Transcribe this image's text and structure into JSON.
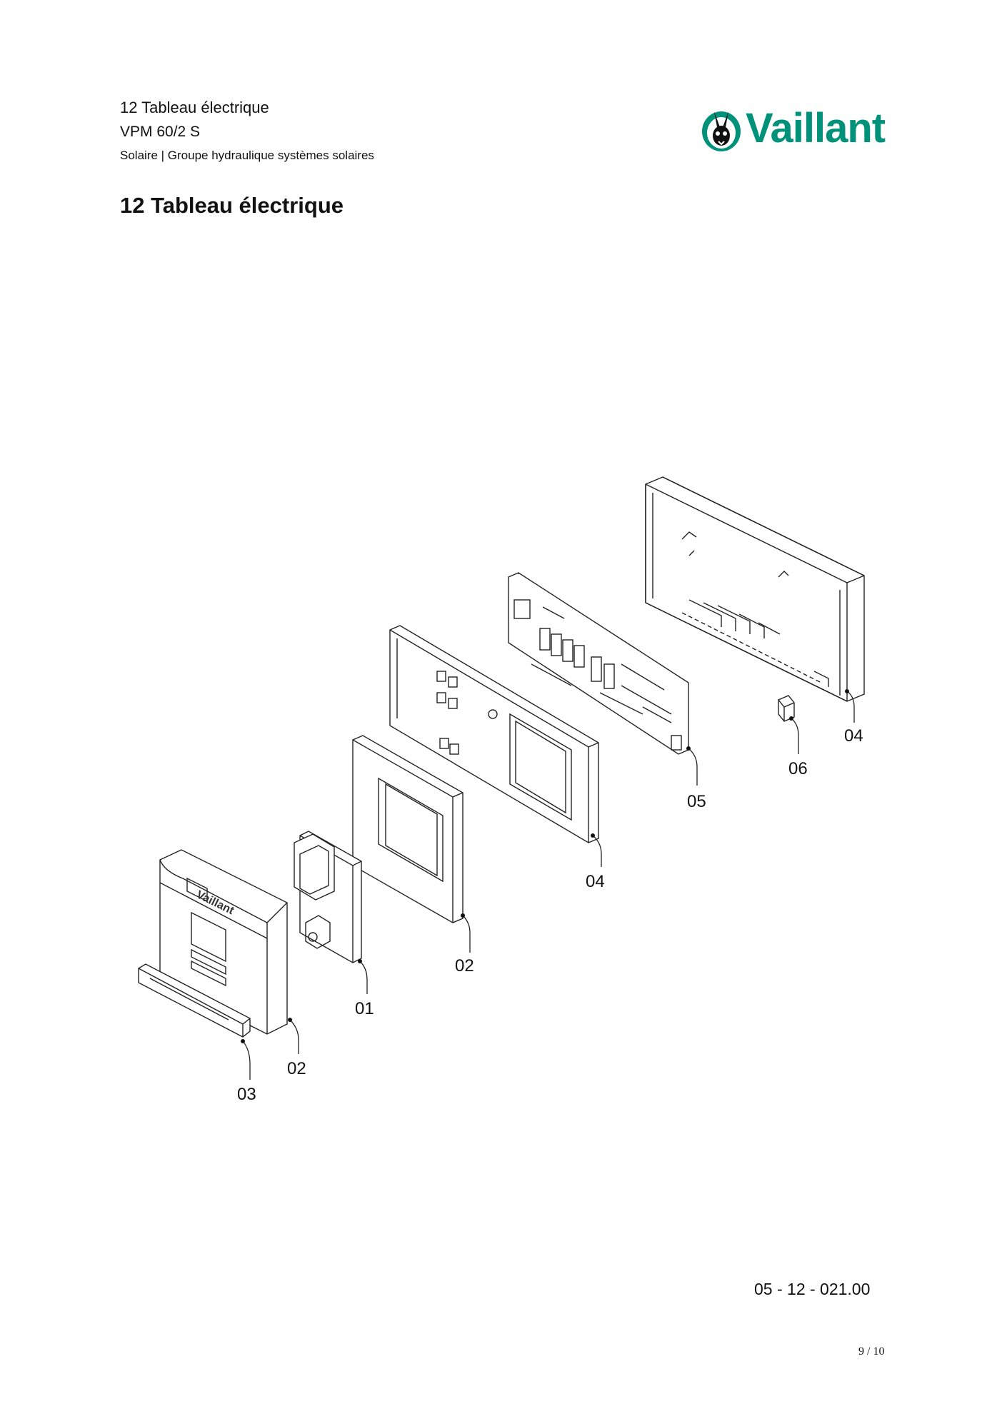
{
  "header": {
    "title": "12 Tableau électrique",
    "model": "VPM 60/2 S",
    "category": "Solaire | Groupe hydraulique systèmes solaires"
  },
  "logo": {
    "text": "Vaillant",
    "color": "#00917a",
    "icon": "hare-emblem-icon"
  },
  "section_title": "12 Tableau électrique",
  "diagram": {
    "parts": {
      "p01": "01",
      "p02a": "02",
      "p02b": "02",
      "p03": "03",
      "p04a": "04",
      "p04b": "04",
      "p05": "05",
      "p06": "06"
    },
    "front_cover_brand": "Vaillant"
  },
  "footer": {
    "doc_ref": "05 - 12 - 021.00",
    "page": "9 / 10"
  }
}
